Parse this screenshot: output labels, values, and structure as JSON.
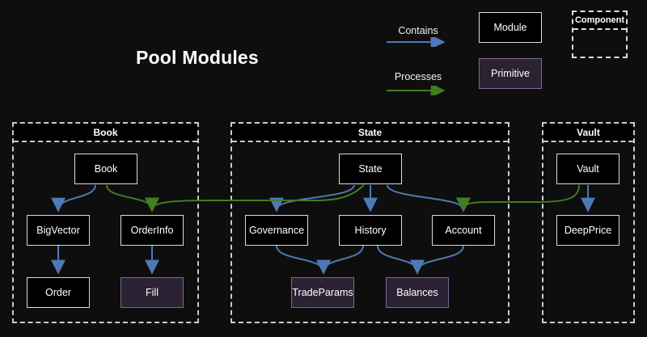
{
  "title": "Pool Modules",
  "legend": {
    "contains_label": "Contains",
    "processes_label": "Processes",
    "module_label": "Module",
    "primitive_label": "Primitive",
    "component_label": "Component"
  },
  "colors": {
    "background": "#0e0e0e",
    "contains_arrow": "#4d7ab5",
    "processes_arrow": "#417d22",
    "module_fill": "#000000",
    "module_border": "#dcdcdc",
    "primitive_fill": "#2b2233",
    "primitive_border": "#7d6899",
    "container_border": "#cbcbcb",
    "text": "#ffffff"
  },
  "containers": [
    {
      "label": "Book"
    },
    {
      "label": "State"
    },
    {
      "label": "Vault"
    }
  ],
  "nodes": [
    {
      "id": "book",
      "label": "Book",
      "type": "module",
      "container": "Book"
    },
    {
      "id": "bigvector",
      "label": "BigVector",
      "type": "module",
      "container": "Book"
    },
    {
      "id": "orderinfo",
      "label": "OrderInfo",
      "type": "module",
      "container": "Book"
    },
    {
      "id": "order",
      "label": "Order",
      "type": "module",
      "container": "Book"
    },
    {
      "id": "fill",
      "label": "Fill",
      "type": "primitive",
      "container": "Book"
    },
    {
      "id": "state",
      "label": "State",
      "type": "module",
      "container": "State"
    },
    {
      "id": "governance",
      "label": "Governance",
      "type": "module",
      "container": "State"
    },
    {
      "id": "history",
      "label": "History",
      "type": "module",
      "container": "State"
    },
    {
      "id": "account",
      "label": "Account",
      "type": "module",
      "container": "State"
    },
    {
      "id": "tradeparams",
      "label": "TradeParams",
      "type": "primitive",
      "container": "State"
    },
    {
      "id": "balances",
      "label": "Balances",
      "type": "primitive",
      "container": "State"
    },
    {
      "id": "vault",
      "label": "Vault",
      "type": "module",
      "container": "Vault"
    },
    {
      "id": "deepprice",
      "label": "DeepPrice",
      "type": "module",
      "container": "Vault"
    }
  ],
  "edges": {
    "contains": [
      {
        "from": "Book",
        "to": "BigVector"
      },
      {
        "from": "BigVector",
        "to": "Order"
      },
      {
        "from": "OrderInfo",
        "to": "Fill"
      },
      {
        "from": "State",
        "to": "Governance"
      },
      {
        "from": "State",
        "to": "History"
      },
      {
        "from": "State",
        "to": "Account"
      },
      {
        "from": "Governance",
        "to": "TradeParams"
      },
      {
        "from": "History",
        "to": "TradeParams"
      },
      {
        "from": "History",
        "to": "Balances"
      },
      {
        "from": "Account",
        "to": "Balances"
      },
      {
        "from": "Vault",
        "to": "DeepPrice"
      }
    ],
    "processes": [
      {
        "from": "Book",
        "to": "OrderInfo"
      },
      {
        "from": "State",
        "to": "OrderInfo"
      },
      {
        "from": "Vault",
        "to": "Account"
      }
    ]
  }
}
